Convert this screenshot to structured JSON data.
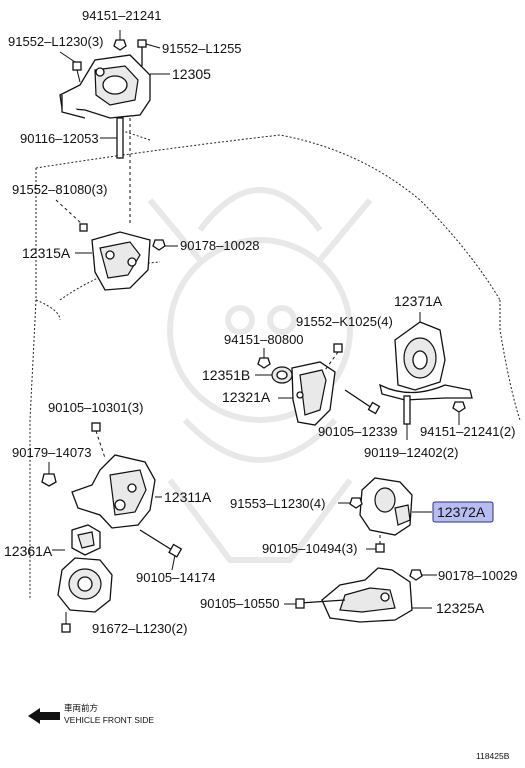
{
  "labels": {
    "p94151_21241_top": "94151–21241",
    "p91552_L1230_3_top": "91552–L1230(3)",
    "p91552_L1255": "91552–L1255",
    "p12305": "12305",
    "p90116_12053": "90116–12053",
    "p91552_81080_3": "91552–81080(3)",
    "p12315A": "12315A",
    "p90178_10028": "90178–10028",
    "p12371A": "12371A",
    "p91552_K1025_4": "91552–K1025(4)",
    "p94151_80800": "94151–80800",
    "p12351B": "12351B",
    "p12321A": "12321A",
    "p90105_12339": "90105–12339",
    "p94151_21241_2": "94151–21241(2)",
    "p90119_12402_2": "90119–12402(2)",
    "p90105_10301_3": "90105–10301(3)",
    "p90179_14073": "90179–14073",
    "p12311A": "12311A",
    "p91553_L1230_4": "91553–L1230(4)",
    "p12372A": "12372A",
    "p12361A": "12361A",
    "p90105_10494_3": "90105–10494(3)",
    "p90105_14174": "90105–14174",
    "p90178_10029": "90178–10029",
    "p90105_10550": "90105–10550",
    "p12325A": "12325A",
    "p91672_L1230_2": "91672–L1230(2)"
  },
  "front": {
    "japanese": "車両前方",
    "english": "VEHICLE FRONT SIDE"
  },
  "figure_number": "118425B",
  "colors": {
    "highlight_fill": "#b8bdf0",
    "highlight_stroke": "#2a2f8a",
    "ink": "#111111"
  }
}
